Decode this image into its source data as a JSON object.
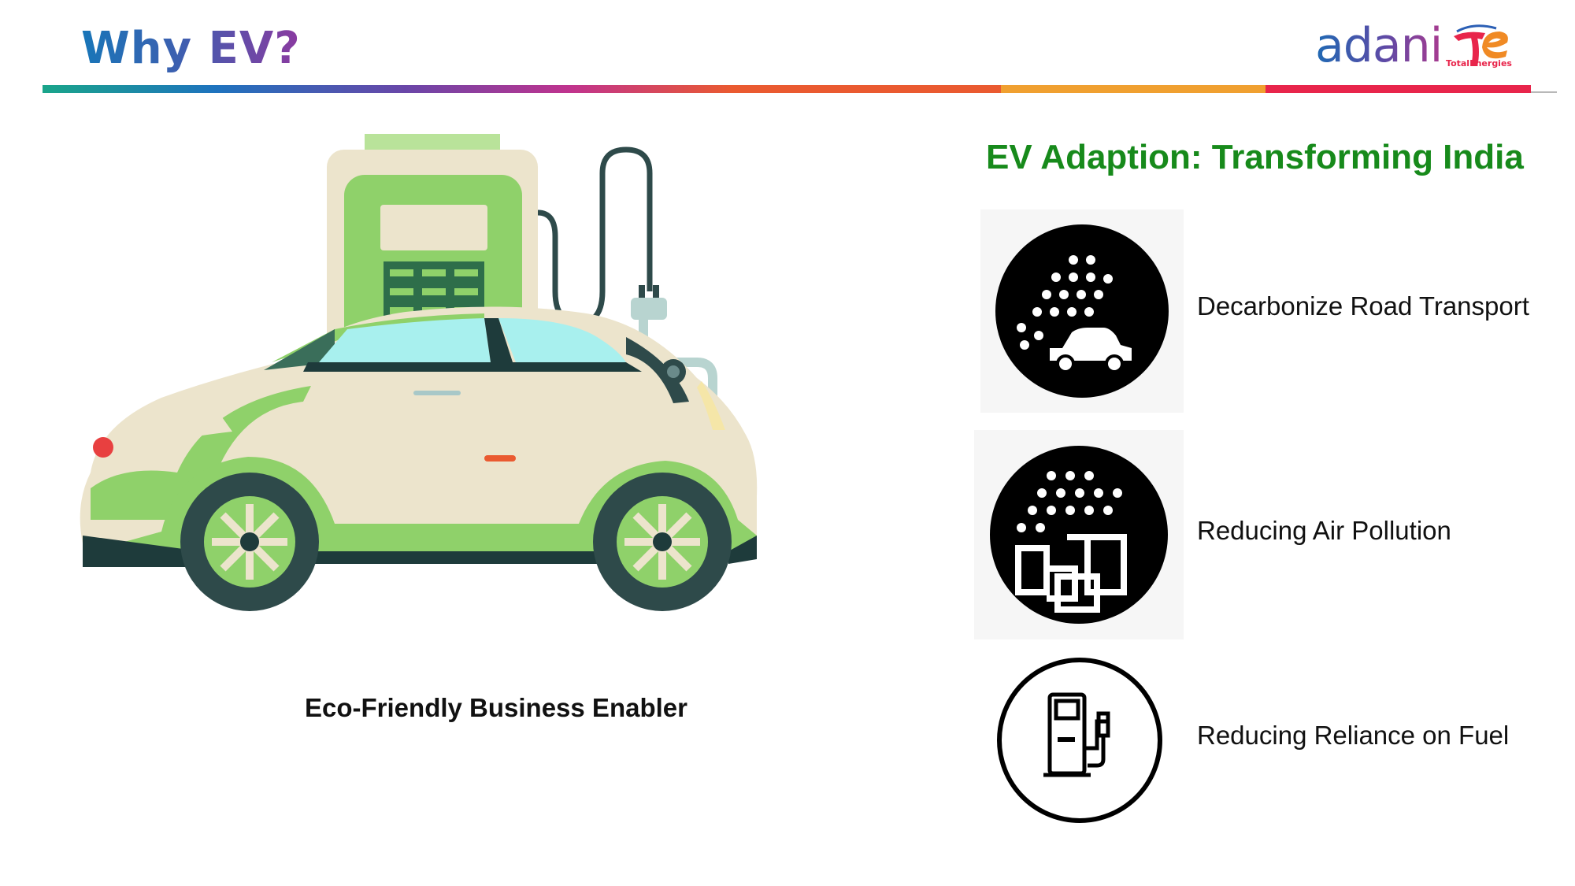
{
  "slide": {
    "title": "Why EV?"
  },
  "header": {
    "bar_colors": [
      "#1aa58a",
      "#1e73be",
      "#6a46a8",
      "#c0338e",
      "#ea5a30",
      "#f0a030",
      "#e8254b"
    ]
  },
  "logos": {
    "adani": "adani",
    "totalenergies": "TotalEnergies"
  },
  "left_panel": {
    "caption": "Eco-Friendly Business Enabler"
  },
  "right_panel": {
    "title": "EV Adaption: Transforming India",
    "benefits": [
      {
        "label": "Decarbonize Road Transport",
        "icon": "car-emissions-icon"
      },
      {
        "label": "Reducing Air Pollution",
        "icon": "factory-pollution-icon"
      },
      {
        "label": "Reducing Reliance on Fuel",
        "icon": "fuel-pump-icon"
      }
    ]
  },
  "colors": {
    "title_green": "#178a1b",
    "ev_green": "#8fd16a",
    "ev_dark_green": "#2e6e4a",
    "car_body": "#ece4cc"
  }
}
